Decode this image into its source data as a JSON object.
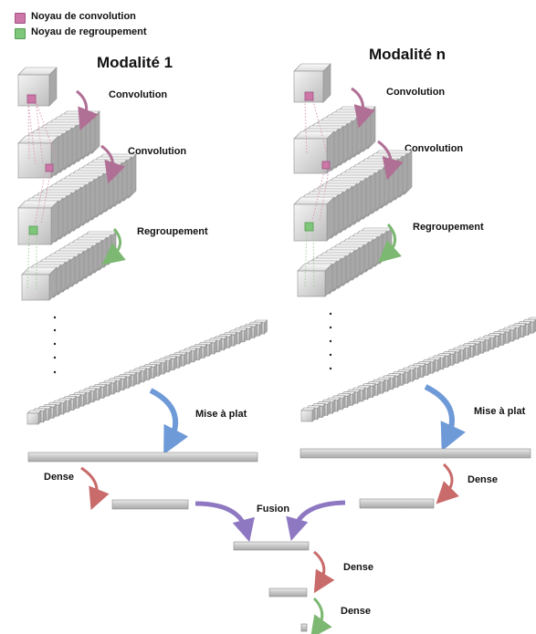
{
  "legend": {
    "items": [
      {
        "label": "Noyau de convolution",
        "color": "#cc77a8"
      },
      {
        "label": "Noyau de regroupement",
        "color": "#7ec77a"
      }
    ]
  },
  "modalities": [
    {
      "title": "Modalité 1",
      "steps": {
        "conv1": "Convolution",
        "conv2": "Convolution",
        "pool": "Regroupement",
        "flatten": "Mise à plat",
        "dense": "Dense"
      }
    },
    {
      "title": "Modalité n",
      "steps": {
        "conv1": "Convolution",
        "conv2": "Convolution",
        "pool": "Regroupement",
        "flatten": "Mise à plat",
        "dense": "Dense"
      }
    }
  ],
  "fusion": {
    "label": "Fusion",
    "dense1": "Dense",
    "dense2": "Dense"
  },
  "colors": {
    "conv_arrow": "#b07095",
    "pool_arrow": "#7cb872",
    "flatten_arrow": "#6e9ad8",
    "dense_arrow": "#c96b6b",
    "fusion_arrow": "#8e78c2"
  }
}
